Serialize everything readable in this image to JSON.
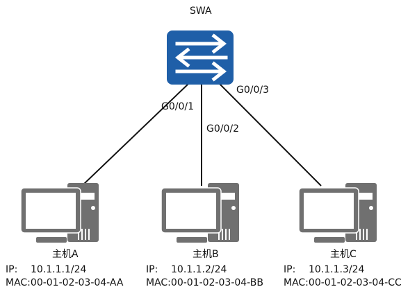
{
  "switch": {
    "name": "SWA",
    "color": "#1f5fa8"
  },
  "ports": [
    "G0/0/1",
    "G0/0/2",
    "G0/0/3"
  ],
  "hosts": [
    {
      "name": "主机A",
      "ip_label": "IP:",
      "ip": "10.1.1.1/24",
      "mac_label": "MAC:",
      "mac": "00-01-02-03-04-AA"
    },
    {
      "name": "主机B",
      "ip_label": "IP:",
      "ip": "10.1.1.2/24",
      "mac_label": "MAC:",
      "mac": "00-01-02-03-04-BB"
    },
    {
      "name": "主机C",
      "ip_label": "IP:",
      "ip": "10.1.1.3/24",
      "mac_label": "MAC:",
      "mac": "00-01-02-03-04-CC"
    }
  ],
  "icons": {
    "switch": "switch-icon",
    "host": "desktop-computer-icon"
  },
  "colors": {
    "computer": "#707070",
    "link": "#111111"
  }
}
